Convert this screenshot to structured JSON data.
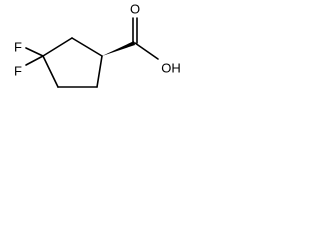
{
  "structure": {
    "atoms": {
      "fluorine_upper": "F",
      "fluorine_lower": "F",
      "carbonyl_oxygen": "O",
      "hydroxyl": "OH"
    },
    "stereo_bond": "wedge"
  }
}
